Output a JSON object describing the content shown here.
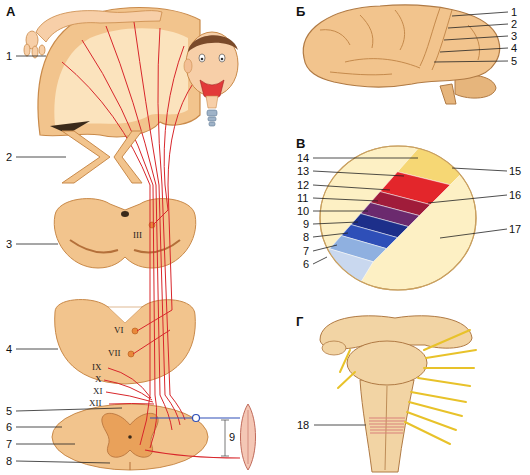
{
  "diagram": {
    "labels": [
      "А",
      "1",
      "2",
      "3",
      "III",
      "4",
      "VI",
      "VII",
      "IX",
      "X",
      "XI",
      "XII",
      "5",
      "6",
      "7",
      "8",
      "9",
      "Б",
      "1",
      "2",
      "3",
      "4",
      "5",
      "В",
      "14",
      "13",
      "12",
      "11",
      "10",
      "9",
      "8",
      "7",
      "6",
      "15",
      "16",
      "17",
      "Г",
      "18"
    ]
  }
}
